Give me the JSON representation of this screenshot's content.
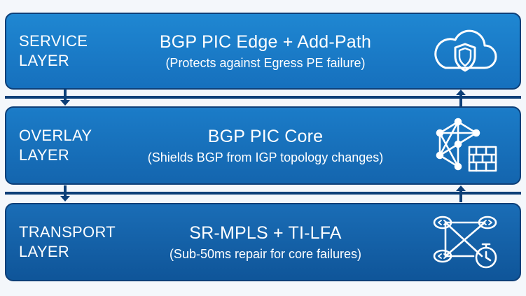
{
  "layers": [
    {
      "name_line1": "SERVICE",
      "name_line2": "LAYER",
      "title": "BGP PIC Edge + Add-Path",
      "subtitle": "(Protects against Egress PE failure)",
      "icon": "cloud-shield-icon"
    },
    {
      "name_line1": "OVERLAY",
      "name_line2": "LAYER",
      "title": "BGP PIC Core",
      "subtitle": "(Shields BGP from IGP topology changes)",
      "icon": "mesh-firewall-icon"
    },
    {
      "name_line1": "TRANSPORT",
      "name_line2": "LAYER",
      "title": "SR-MPLS + TI-LFA",
      "subtitle": "(Sub-50ms repair for core failures)",
      "icon": "routers-stopwatch-icon"
    }
  ],
  "colors": {
    "service_bg": "#1f87d2",
    "overlay_bg": "#1b7cc8",
    "transport_bg": "#1a6db6",
    "border": "#0d3f78",
    "connector": "#0d3f78",
    "text": "#ffffff"
  }
}
